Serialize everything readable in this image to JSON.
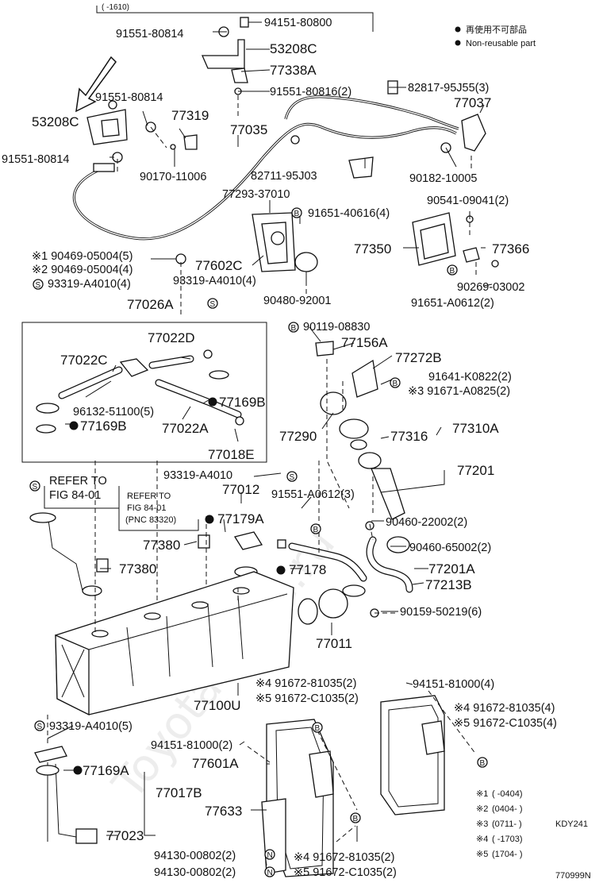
{
  "header": {
    "range": "( -1610)"
  },
  "legend": {
    "jp": "再使用不可部品",
    "en": "Non-reusable part",
    "notes": [
      {
        "mark": "※1",
        "text": "(      -0404)"
      },
      {
        "mark": "※2",
        "text": "(0404-      )"
      },
      {
        "mark": "※3",
        "text": "(0711-      )",
        "extra": "KDY241"
      },
      {
        "mark": "※4",
        "text": "(      -1703)"
      },
      {
        "mark": "※5",
        "text": "(1704-      )"
      }
    ]
  },
  "watermark": "Toyota-Mine.ru",
  "diagram_id": "770999N",
  "refer": {
    "left_1": "REFER TO",
    "left_2": "FIG 84-01",
    "mid_1": "REFER TO",
    "mid_2": "FIG 84-01",
    "mid_3": "(PNC 83320)"
  },
  "labels": {
    "p94151_80800": "94151-80800",
    "p91551_80814_a": "91551-80814",
    "p53208C_a": "53208C",
    "p77338A": "77338A",
    "p91551_80816": "91551-80816(2)",
    "p82817": "82817-95J55(3)",
    "p77037": "77037",
    "p91551_80814_b": "91551-80814",
    "p53208C_b": "53208C",
    "p77319": "77319",
    "p77035": "77035",
    "p91551_80814_c": "91551-80814",
    "p90170": "90170-11006",
    "p82711": "82711-95J03",
    "p90182": "90182-10005",
    "p77293": "77293-37010",
    "p90541": "90541-09041(2)",
    "p91651_40616": "91651-40616(4)",
    "p77350": "77350",
    "p77366": "77366",
    "p90469_1": "※1 90469-05004(5)",
    "p90469_2": "※2 90469-05004(4)",
    "p93319_a": "93319-A4010(4)",
    "p77602C": "77602C",
    "p93319_b": "93319-A4010(4)",
    "p90269": "90269-03002",
    "p91651_a0612": "91651-A0612(2)",
    "p90480": "90480-92001",
    "p77026A": "77026A",
    "p90119": "90119-08830",
    "p77022D": "77022D",
    "p77156A": "77156A",
    "p77272B": "77272B",
    "p77022C": "77022C",
    "p91641": "91641-K0822(2)",
    "p91671": "※3 91671-A0825(2)",
    "p77169B_a": "77169B",
    "p96132": "96132-51100(5)",
    "p77022A": "77022A",
    "p77169B_b": "77169B",
    "p77290": "77290",
    "p77316": "77316",
    "p77310A": "77310A",
    "p77018E": "77018E",
    "p77201": "77201",
    "p93319_c": "93319-A4010",
    "p77012": "77012",
    "p91551_a0612": "91551-A0612(3)",
    "p77179A": "77179A",
    "p90460_22002": "90460-22002(2)",
    "p77380_a": "77380",
    "p90460_65002": "90460-65002(2)",
    "p77380_b": "77380",
    "p77178": "77178",
    "p77201A": "77201A",
    "p77213B": "77213B",
    "p90159": "90159-50219(6)",
    "p77011": "77011",
    "p77100U": "77100U",
    "p91672_81035_a": "※4 91672-81035(2)",
    "p91672_c1035_a": "※5 91672-C1035(2)",
    "p94151_81000_a": "94151-81000(4)",
    "p91672_81035_b": "※4 91672-81035(4)",
    "p91672_c1035_b": "※5 91672-C1035(4)",
    "p93319_d": "93319-A4010(5)",
    "p94151_81000_b": "94151-81000(2)",
    "p77169A": "77169A",
    "p77601A": "77601A",
    "p77017B": "77017B",
    "p77633": "77633",
    "p77023": "77023",
    "p94130_a": "94130-00802(2)",
    "p94130_b": "94130-00802(2)",
    "p91672_81035_c": "※4 91672-81035(2)",
    "p91672_c1035_c": "※5 91672-C1035(2)"
  }
}
